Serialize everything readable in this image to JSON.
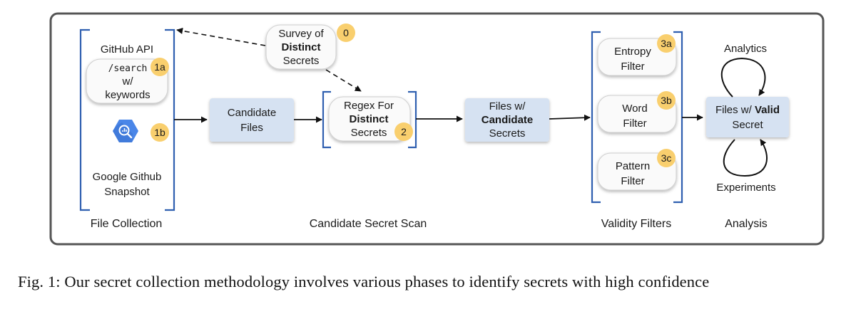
{
  "phases": {
    "file_collection": "File Collection",
    "candidate_scan": "Candidate Secret Scan",
    "validity_filters": "Validity Filters",
    "analysis": "Analysis"
  },
  "github_api": {
    "title": "GitHub API",
    "query_line1": "/search",
    "query_line2": "w/",
    "query_line3": "keywords",
    "badge": "1a"
  },
  "google_snapshot": {
    "line1": "Google Github",
    "line2": "Snapshot",
    "badge": "1b",
    "icon": "bigquery-icon"
  },
  "survey": {
    "line1": "Survey of",
    "line2": "Distinct",
    "line3": "Secrets",
    "badge": "0"
  },
  "candidate_files": {
    "line1": "Candidate",
    "line2": "Files"
  },
  "regex": {
    "line1": "Regex For",
    "line2": "Distinct",
    "line3": "Secrets",
    "badge": "2"
  },
  "files_candidate": {
    "line1": "Files w/",
    "line2": "Candidate",
    "line3": "Secrets"
  },
  "filters": {
    "entropy": {
      "line1": "Entropy",
      "line2": "Filter",
      "badge": "3a"
    },
    "word": {
      "line1": "Word",
      "line2": "Filter",
      "badge": "3b"
    },
    "pattern": {
      "line1": "Pattern",
      "line2": "Filter",
      "badge": "3c"
    }
  },
  "valid": {
    "line1_pre": "Files w/ ",
    "line1_bold": "Valid",
    "line2": "Secret"
  },
  "loops": {
    "top": "Analytics",
    "bottom": "Experiments"
  },
  "caption": "Fig. 1: Our secret collection methodology involves various phases to identify secrets with high confidence",
  "colors": {
    "box_blue": "#d6e2f2",
    "bracket_blue": "#2f5fb0",
    "badge": "#f9cf6e",
    "frame": "#555555"
  }
}
